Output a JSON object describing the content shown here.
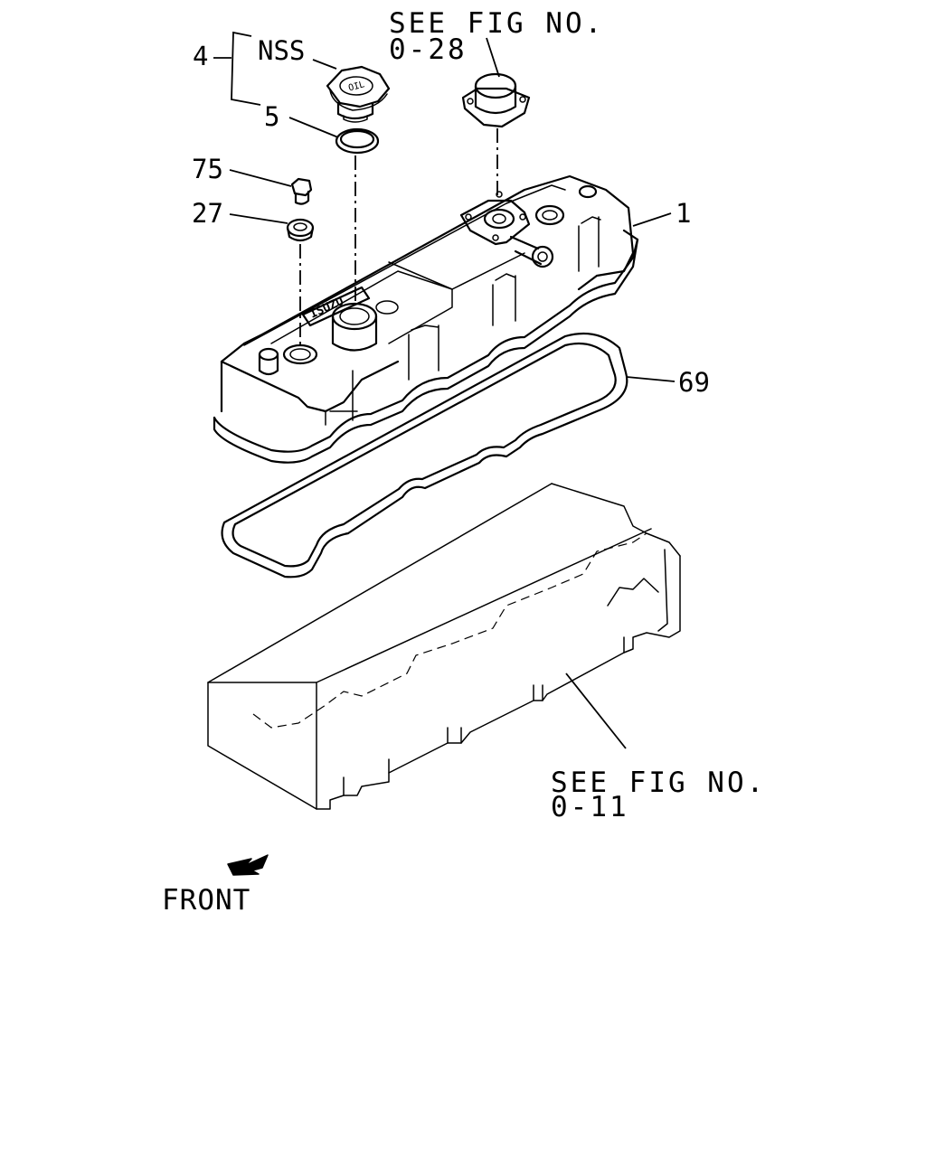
{
  "callouts": {
    "kit_number": "4",
    "nss": "NSS",
    "oring": "5",
    "bolt": "75",
    "washer": "27",
    "cover": "1",
    "gasket": "69"
  },
  "references": {
    "top": {
      "line1": "SEE FIG NO.",
      "line2": "0-28"
    },
    "bottom": {
      "line1": "SEE FIG NO.",
      "line2": "0-11"
    }
  },
  "direction": {
    "label": "FRONT"
  },
  "cap_text": "OIL",
  "cover_text": "ISUZU"
}
